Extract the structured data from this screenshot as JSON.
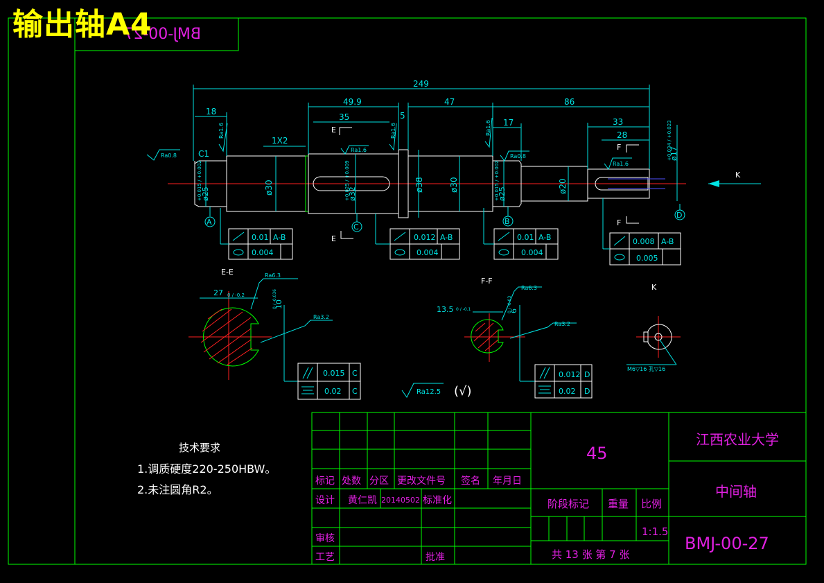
{
  "overlay_title": "输出轴A4",
  "corner_box_text": "BMJ-00-27",
  "dims": {
    "total": "249",
    "d18": "18",
    "d49_9": "49.9",
    "d35": "35",
    "d5": "5",
    "d47": "47",
    "d86": "86",
    "d17": "17",
    "d33": "33",
    "d28": "28",
    "d1x2": "1X2",
    "c1": "C1",
    "phi30a": "ø30",
    "phi25a": "ø25",
    "phi25a_tol": "+0.015 / +0.002",
    "phi32": "ø32",
    "phi32_tol": "+0.025 / +0.009",
    "phi38": "ø38",
    "phi30b": "ø30",
    "phi25b": "ø25",
    "phi25b_tol": "+0.015 / +0.002",
    "phi20": "ø20",
    "phi17": "ø17",
    "phi17_tol": "+0.034 / +0.023"
  },
  "roughness": {
    "r08a": "Ra0.8",
    "r16a": "Ra1.6",
    "r16b": "Ra1.6",
    "r16c": "Ra1.6",
    "r16d": "Ra1.6",
    "r08b": "Ra0.8",
    "r16e": "Ra1.6",
    "r63a": "Ra6.3",
    "r32a": "Ra3.2",
    "r63b": "Ra6.3",
    "r32b": "Ra3.2",
    "general": "Ra12.5",
    "general_note": "(√)"
  },
  "datums": {
    "a": "A",
    "b": "B",
    "c": "C",
    "d": "D"
  },
  "section_labels": {
    "e1": "E",
    "e2": "E",
    "f1": "F",
    "f2": "F",
    "k": "K",
    "ee": "E-E",
    "ff": "F-F",
    "kview": "K"
  },
  "tolerance_frames": [
    {
      "row1_val": "0.01",
      "row1_ref": "A-B",
      "row2_val": "0.004"
    },
    {
      "row1_val": "0.012",
      "row1_ref": "A-B",
      "row2_val": "0.004"
    },
    {
      "row1_val": "0.01",
      "row1_ref": "A-B",
      "row2_val": "0.004"
    },
    {
      "row1_val": "0.008",
      "row1_ref": "A-B",
      "row2_val": "0.005"
    },
    {
      "row1_val": "0.015",
      "row1_ref": "C",
      "row2_val": "0.02",
      "row2_ref": "C"
    },
    {
      "row1_val": "0.012",
      "row1_ref": "D",
      "row2_val": "0.02",
      "row2_ref": "D"
    }
  ],
  "section_dims": {
    "ee_width": "27",
    "ee_width_tol": "0 / -0.2",
    "ee_depth": "10",
    "ee_depth_tol": "0 / -0.036",
    "ff_width": "13.5",
    "ff_width_tol": "0 / -0.1",
    "ff_depth": "6",
    "ff_depth_tol": "0 / -0.03"
  },
  "k_view_note": "M6▽16 孔▽16",
  "tech": {
    "title": "技术要求",
    "line1": "1.调质硬度220-250HBW。",
    "line2": "2.未注圆角R2。"
  },
  "title_block": {
    "material": "45",
    "school": "江西农业大学",
    "part_name": "中间轴",
    "drawing_no": "BMJ-00-27",
    "h_mark": "标记",
    "h_count": "处数",
    "h_zone": "分区",
    "h_doc": "更改文件号",
    "h_sign": "签名",
    "h_date": "年月日",
    "design_label": "设计",
    "designer": "黄仁凯",
    "design_date": "20140502",
    "standard": "标准化",
    "stage_mark": "阶段标记",
    "weight": "重量",
    "scale": "比例",
    "scale_value": "1:1.5",
    "review": "审核",
    "process": "工艺",
    "approve": "批准",
    "sheets": "共 13 张 第 7 张"
  }
}
